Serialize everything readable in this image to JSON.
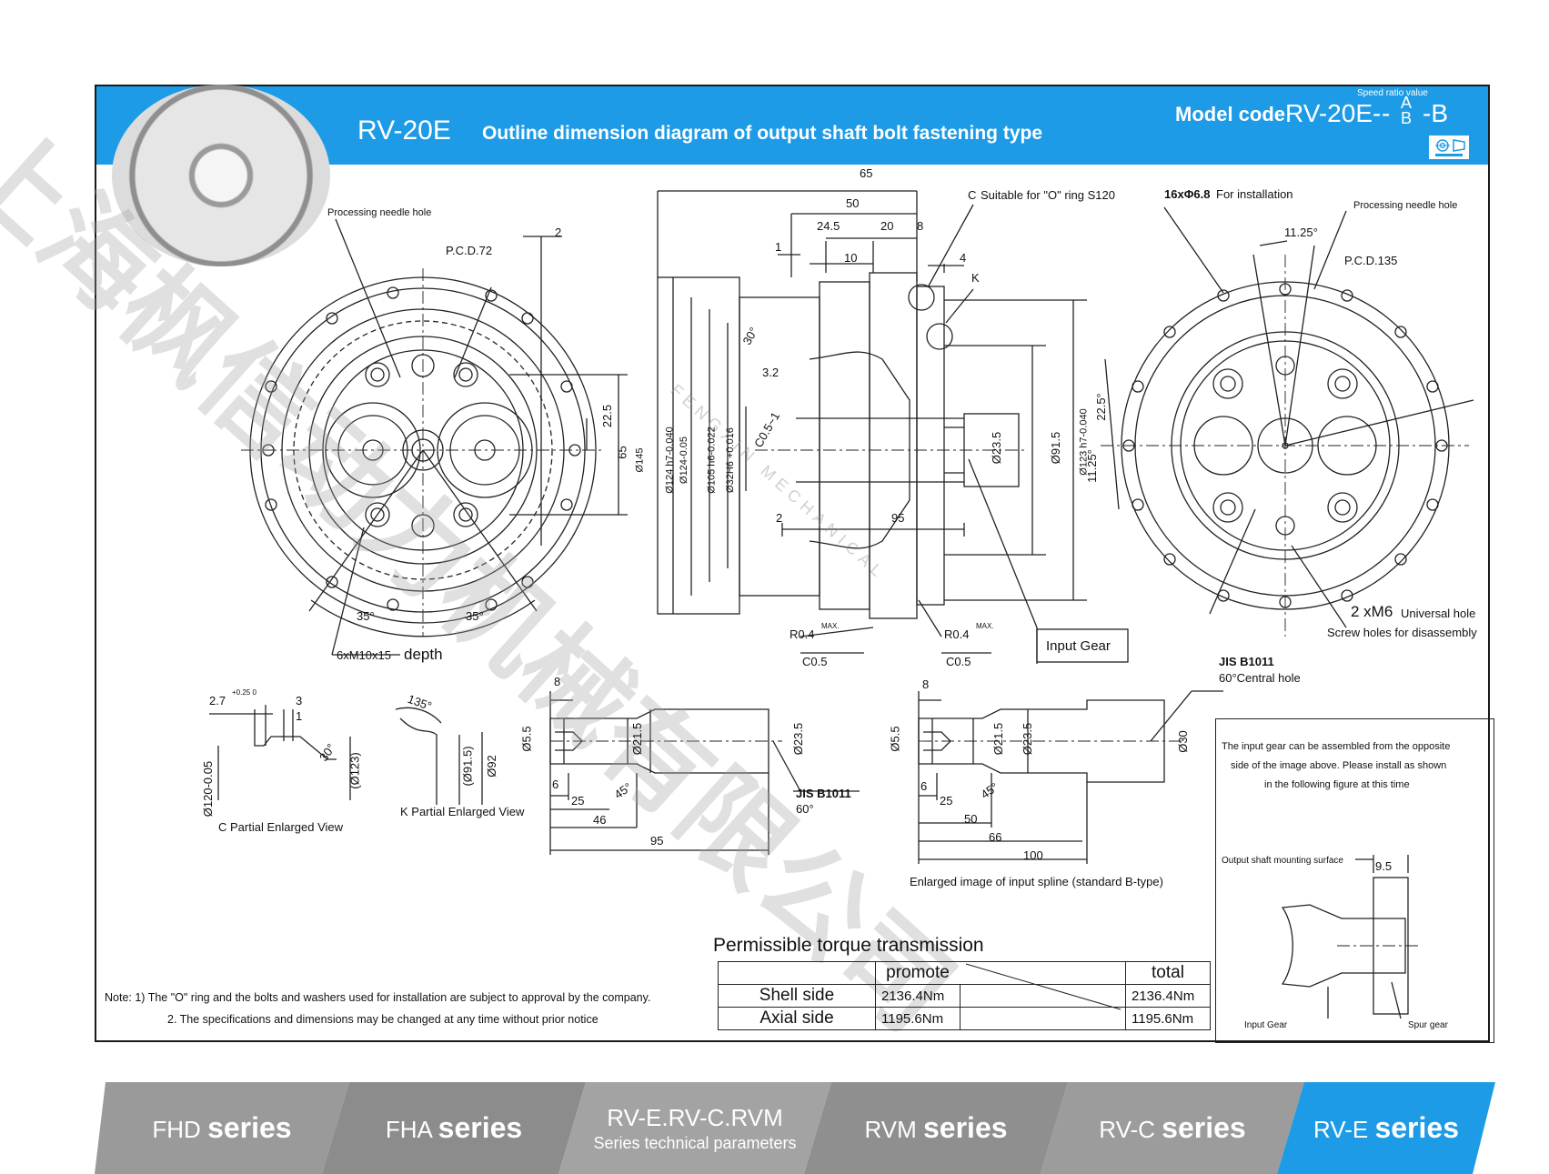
{
  "header": {
    "model": "RV-20E",
    "description": "Outline dimension diagram of output shaft bolt fastening type",
    "model_code_label": "Model code",
    "model_code_value": "RV-20E-",
    "speed_ratio_note": "Speed ratio value",
    "model_code_a": "A",
    "model_code_b": "B",
    "model_code_dash": "-",
    "model_code_suffix": "-B"
  },
  "front_view": {
    "processing_needle_hole": "Processing needle hole",
    "pcd": "P.C.D.72",
    "dim_2": "2",
    "dim_22_5": "22.5",
    "dim_65": "65",
    "angle_35_left": "35°",
    "angle_35_right": "35°",
    "holes_label": "6xM10x15",
    "holes_depth": "depth"
  },
  "side_view": {
    "dims_top": [
      "65",
      "50",
      "24.5",
      "20",
      "8",
      "1",
      "10",
      "4"
    ],
    "o_ring_label": "C",
    "o_ring_text": "Suitable for \"O\" ring S120",
    "k_label": "K",
    "dim_30": "30°",
    "dim_3_2": "3.2",
    "c0_5_1": "C0.5~1",
    "diameters": [
      "Ø145",
      "Ø124 h7-0.040",
      "Ø124-0.05",
      "Ø105 h6-0.022",
      "Ø32H6 +0.016"
    ],
    "dim_23_5": "Ø23.5",
    "dim_91_5": "Ø91.5",
    "dim_123": "Ø123 h7-0.040",
    "dim_2_bottom": "2",
    "dim_95": "95",
    "r04_left": "R0.4",
    "r04_right": "R0.4",
    "max_sup": "MAX.",
    "c05_left": "C0.5",
    "c05_right": "C0.5",
    "input_gear": "Input Gear"
  },
  "rear_view": {
    "holes_label": "16xΦ6.8",
    "holes_text": "For installation",
    "processing_needle_hole": "Processing needle hole",
    "angle_11_25_top": "11.25°",
    "pcd": "P.C.D.135",
    "angle_22_5": "22.5°",
    "angle_11_25_side": "11.25°",
    "universal_hole_count": "2 xM6",
    "universal_hole_text": "Universal hole",
    "screw_holes_text": "Screw holes for disassembly"
  },
  "c_view": {
    "dim_2_7": "2.7",
    "tol": "+0.25 0",
    "dim_3": "3",
    "dim_1": "1",
    "angle_30": "30°",
    "dim_120": "Ø120-0.05",
    "dim_123": "(Ø123)",
    "caption": "C Partial Enlarged View"
  },
  "k_view": {
    "angle_135": "135°",
    "dim_91_5": "(Ø91.5)",
    "dim_92": "Ø92",
    "caption": "K Partial Enlarged View"
  },
  "spline_a": {
    "dim_8": "8",
    "dim_5_5": "Ø5.5",
    "dim_21_5": "Ø21.5",
    "dim_23_5": "Ø23.5",
    "dim_6": "6",
    "dim_25": "25",
    "angle_45": "45°",
    "dim_46": "46",
    "dim_95": "95",
    "jis": "JIS B1011",
    "jis_angle": "60°"
  },
  "spline_b": {
    "dim_8": "8",
    "dim_5_5": "Ø5.5",
    "dim_21_5": "Ø21.5",
    "dim_23_5": "Ø23.5",
    "dim_30": "Ø30",
    "jis": "JIS B1011",
    "jis_text": "60°Central hole",
    "dim_6": "6",
    "dim_25": "25",
    "angle_45": "45°",
    "dim_50": "50",
    "dim_66": "66",
    "dim_100": "100",
    "caption": "Enlarged image of input spline (standard B-type)"
  },
  "inset": {
    "text_line1": "The input gear can be assembled from the opposite",
    "text_line2": "side of the image above. Please install as shown",
    "text_line3": "in the following figure at this time",
    "surface_label": "Output shaft mounting surface",
    "dim_9_5": "9.5",
    "input_gear": "Input Gear",
    "spur_gear": "Spur gear"
  },
  "torque": {
    "title": "Permissible torque transmission",
    "col_promote": "promote",
    "col_total": "total",
    "rows": [
      {
        "label": "Shell side",
        "promote": "2136.4Nm",
        "total": "2136.4Nm"
      },
      {
        "label": "Axial side",
        "promote": "1195.6Nm",
        "total": "1195.6Nm"
      }
    ]
  },
  "notes": {
    "line1": "Note: 1) The \"O\" ring and the bolts and washers used for installation are subject to approval by the company.",
    "line2": "2. The specifications and dimensions may be changed at any time without prior notice"
  },
  "tabs": [
    {
      "prefix": "FHD",
      "suffix": "series",
      "color": "#9a9a9a"
    },
    {
      "prefix": "FHA",
      "suffix": "series",
      "color": "#8c8c8c"
    },
    {
      "line1": "RV-E.RV-C.RVM",
      "line2": "Series technical parameters",
      "color": "#a3a3a3"
    },
    {
      "prefix": "RVM",
      "suffix": "series",
      "color": "#8f8f8f"
    },
    {
      "prefix": "RV-C",
      "suffix": "series",
      "color": "#9c9c9c"
    },
    {
      "prefix": "RV-E",
      "suffix": "series",
      "color": "#1e9be6"
    }
  ],
  "watermark": {
    "text": "上海枫信动力机械有限公司",
    "brand": "FENGXIN MECHANICAL"
  }
}
